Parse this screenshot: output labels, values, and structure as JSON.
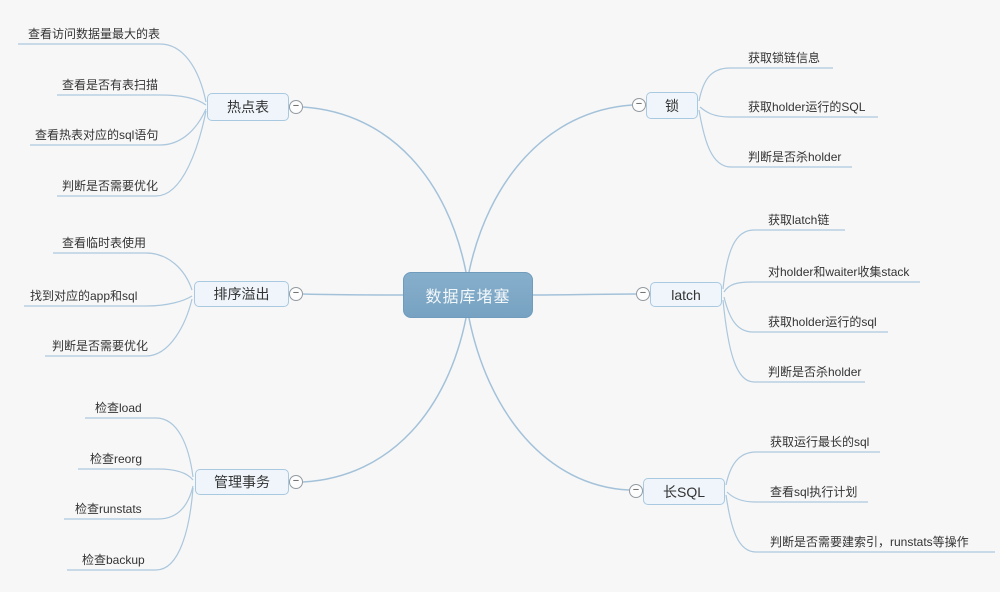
{
  "root": {
    "label": "数据库堵塞"
  },
  "icons": {
    "collapse": "−"
  },
  "colors": {
    "background": "#f7f7f7",
    "root_fill": "#7da8c7",
    "root_text": "#f2f7fa",
    "topic_fill": "#eff5fa",
    "topic_border": "#a9c9e1",
    "connector_line": "#a3c2da",
    "text": "#333333"
  },
  "branches": [
    {
      "label": "热点表",
      "side": "left",
      "children": [
        "查看访问数据量最大的表",
        "查看是否有表扫描",
        "查看热表对应的sql语句",
        "判断是否需要优化"
      ]
    },
    {
      "label": "排序溢出",
      "side": "left",
      "children": [
        "查看临时表使用",
        "找到对应的app和sql",
        "判断是否需要优化"
      ]
    },
    {
      "label": "管理事务",
      "side": "left",
      "children": [
        "检查load",
        "检查reorg",
        "检查runstats",
        "检查backup"
      ]
    },
    {
      "label": "锁",
      "side": "right",
      "children": [
        "获取锁链信息",
        "获取holder运行的SQL",
        "判断是否杀holder"
      ]
    },
    {
      "label": "latch",
      "side": "right",
      "children": [
        "获取latch链",
        "对holder和waiter收集stack",
        "获取holder运行的sql",
        "判断是否杀holder"
      ]
    },
    {
      "label": "长SQL",
      "side": "right",
      "children": [
        "获取运行最长的sql",
        "查看sql执行计划",
        "判断是否需要建索引，runstats等操作"
      ]
    }
  ]
}
